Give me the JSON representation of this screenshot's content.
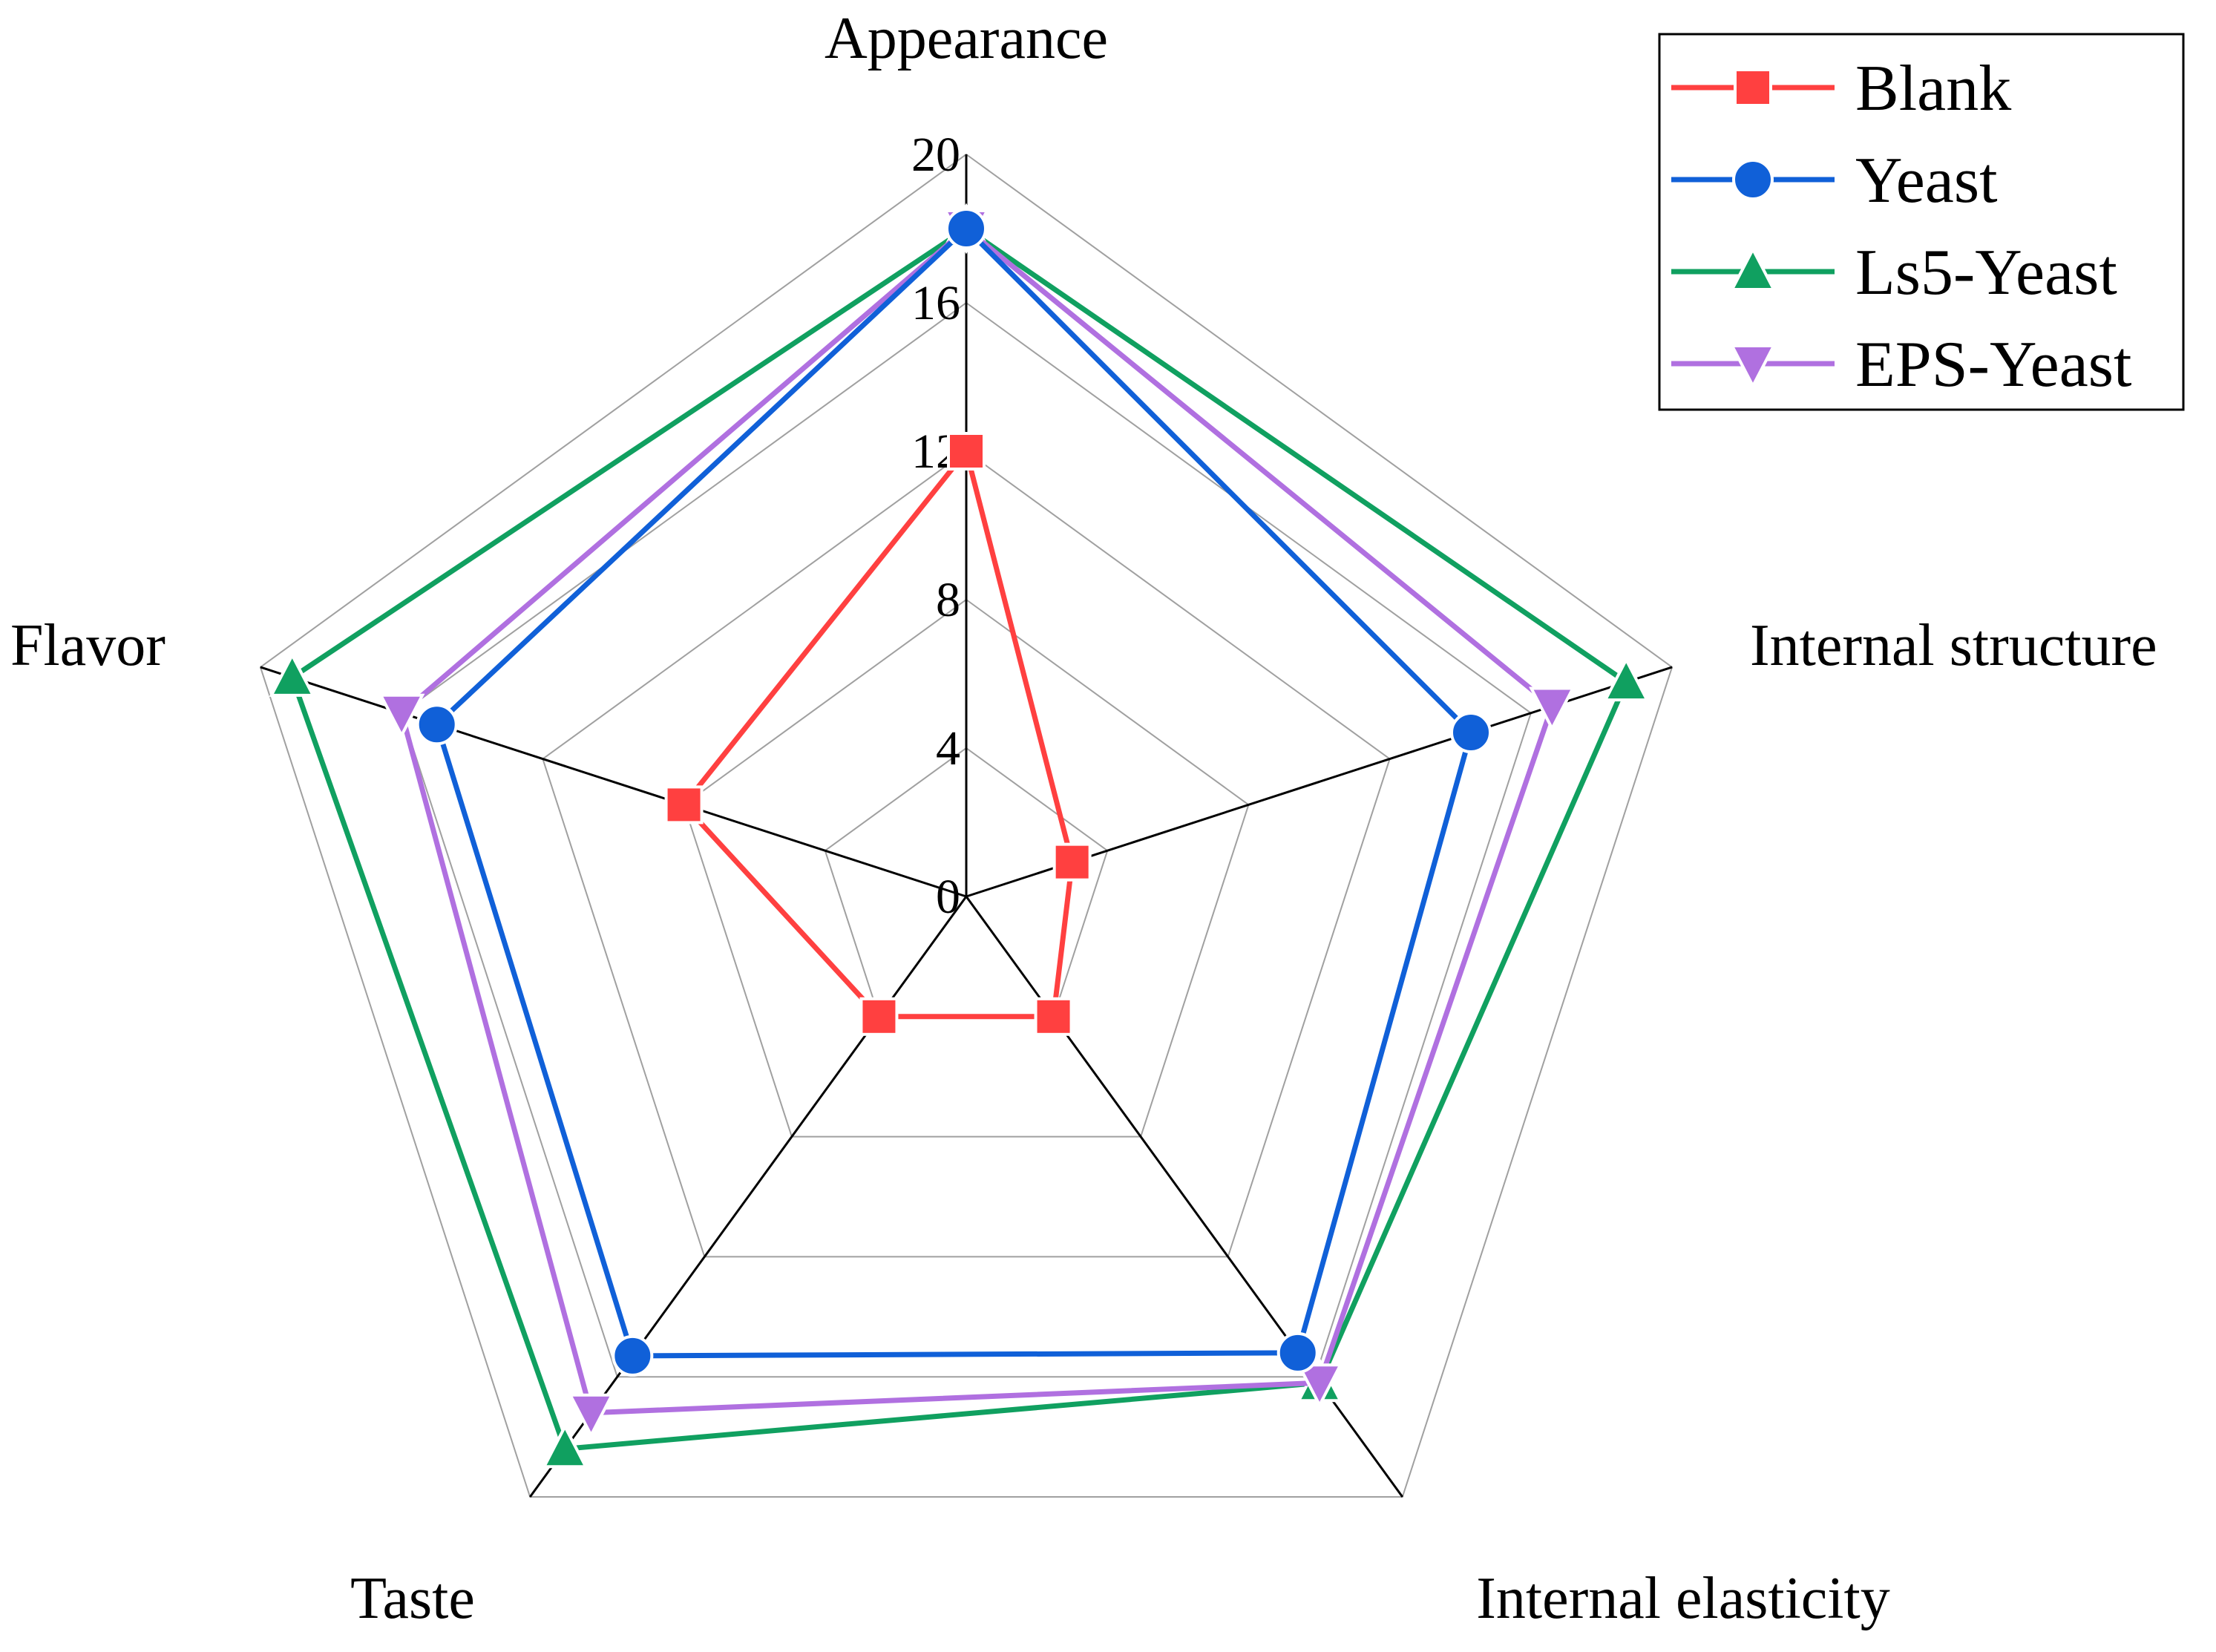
{
  "chart_data": {
    "type": "radar",
    "title": "",
    "axes": [
      "Appearance",
      "Internal structure",
      "Internal elasticity",
      "Taste",
      "Flavor"
    ],
    "radial_ticks": [
      "0",
      "4",
      "8",
      "12",
      "16",
      "20"
    ],
    "rlim": [
      0,
      20
    ],
    "grid": true,
    "legend_position": "top-right",
    "series": [
      {
        "name": "Blank",
        "values": [
          12,
          3,
          4,
          4,
          8
        ],
        "color": "#ff4040",
        "marker": "square"
      },
      {
        "name": "Yeast",
        "values": [
          18,
          14.3,
          15.2,
          15.3,
          15
        ],
        "color": "#1060d8",
        "marker": "circle"
      },
      {
        "name": "Ls5-Yeast",
        "values": [
          18,
          18.7,
          16.2,
          18.4,
          19.1
        ],
        "color": "#10a060",
        "marker": "triangle-up"
      },
      {
        "name": "EPS-Yeast",
        "values": [
          18,
          16.6,
          16.2,
          17.2,
          16
        ],
        "color": "#b070e0",
        "marker": "triangle-down"
      }
    ]
  }
}
